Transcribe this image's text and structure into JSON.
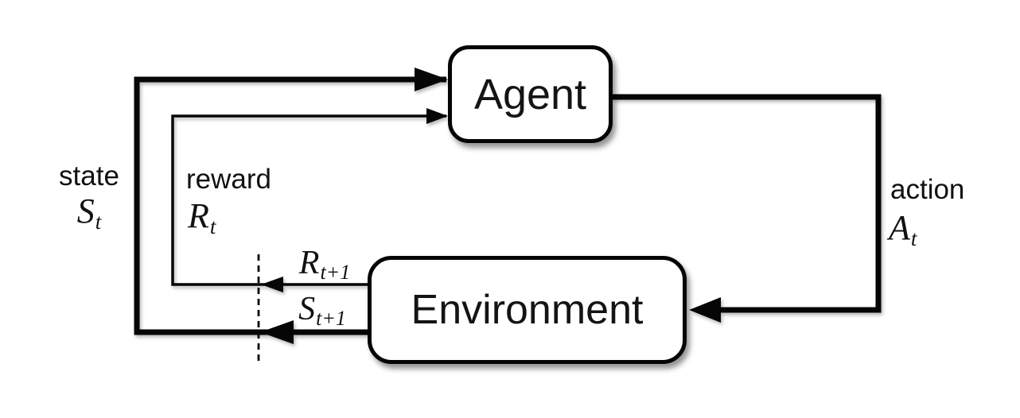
{
  "page": {
    "background": "#ffffff",
    "ink": "#060606"
  },
  "diagram": {
    "kind": "agent-environment-interaction-loop",
    "nodes": {
      "agent": {
        "label": "Agent"
      },
      "environment": {
        "label": "Environment"
      }
    },
    "labels": {
      "state": {
        "word": "state",
        "base": "S",
        "sub": "t"
      },
      "reward": {
        "word": "reward",
        "base": "R",
        "sub": "t"
      },
      "action": {
        "word": "action",
        "base": "A",
        "sub": "t"
      },
      "next_reward": {
        "base": "R",
        "sub": "t+1"
      },
      "next_state": {
        "base": "S",
        "sub": "t+1"
      }
    },
    "edges": [
      {
        "from": "Agent",
        "to": "Environment",
        "signal": "action"
      },
      {
        "from": "Environment",
        "to": "Agent",
        "signal": "state"
      },
      {
        "from": "Environment",
        "to": "Agent",
        "signal": "reward"
      }
    ]
  }
}
